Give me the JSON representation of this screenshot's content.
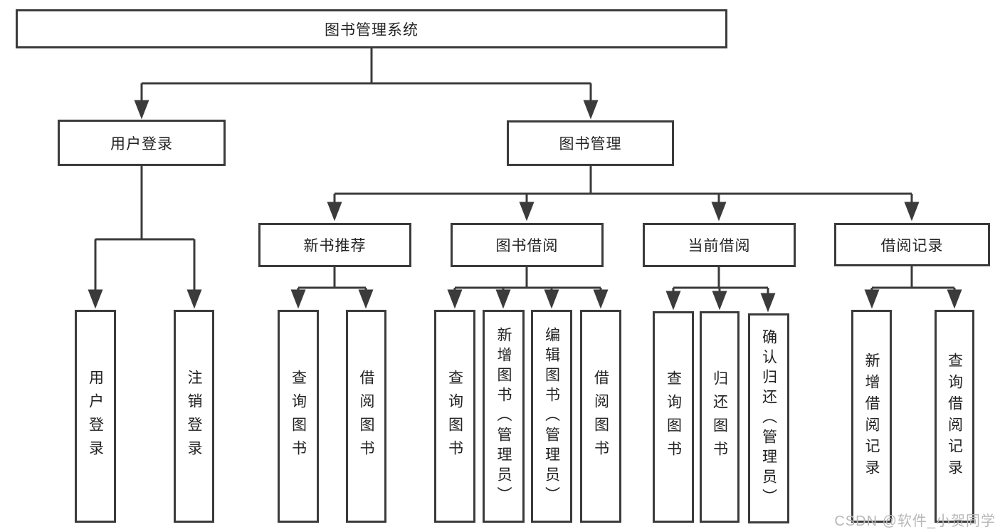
{
  "diagram": {
    "title": "图书管理系统",
    "level2": {
      "user_login": "用户登录",
      "book_mgmt": "图书管理"
    },
    "level3": {
      "new_books": "新书推荐",
      "book_borrow": "图书借阅",
      "current_borrow": "当前借阅",
      "borrow_records": "借阅记录"
    },
    "leaves": {
      "user_login": [
        "用户登录",
        "注销登录"
      ],
      "new_books": [
        "查询图书",
        "借阅图书"
      ],
      "book_borrow": [
        "查询图书",
        "新增图书（管理员）",
        "编辑图书（管理员）",
        "借阅图书"
      ],
      "current_borrow": [
        "查询图书",
        "归还图书",
        "确认归还（管理员）"
      ],
      "borrow_records": [
        "新增借阅记录",
        "查询借阅记录"
      ]
    },
    "watermark": "CSDN @软件_小贺同学",
    "colors": {
      "line": "#3b3b3b",
      "text": "#222222",
      "watermark": "#b8b8b8",
      "background": "#ffffff"
    }
  }
}
